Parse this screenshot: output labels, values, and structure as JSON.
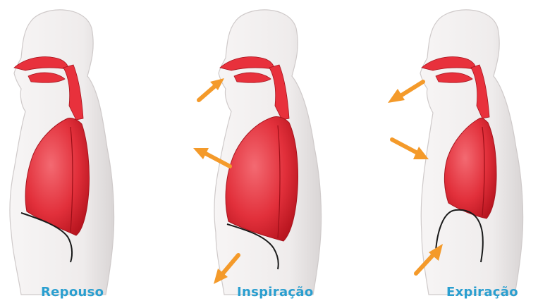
{
  "captions": {
    "rest": "Repouso",
    "inhale": "Inspiração",
    "exhale": "Expiração"
  },
  "colors": {
    "lung": "#e8313c",
    "lung_dark": "#a8141e",
    "arrow": "#f49a2a",
    "caption": "#2a9fd0",
    "body_fill": "#f4f1f1",
    "body_edge": "#c7c2c2"
  }
}
